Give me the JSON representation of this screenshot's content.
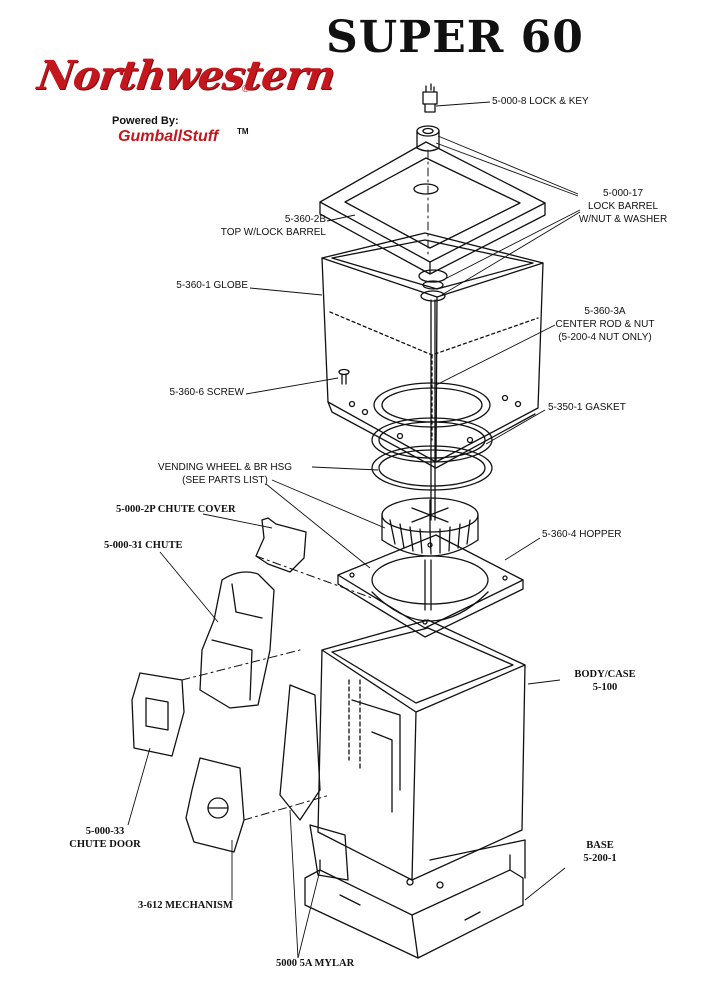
{
  "title": "SUPER 60",
  "logo": {
    "brand": "Northwestern",
    "registered": "®",
    "powered_by": "Powered By:",
    "partner": "GumballStuff",
    "trademark": "TM"
  },
  "parts": {
    "lock_key": "5-000-8  LOCK & KEY",
    "lock_barrel_num": "5-000-17",
    "lock_barrel_name": "LOCK BARREL",
    "lock_barrel_desc": "W/NUT & WASHER",
    "top_num": "5-360-2B",
    "top_name": "TOP W/LOCK BARREL",
    "globe": "5-360-1  GLOBE",
    "center_rod_num": "5-360-3A",
    "center_rod_name": "CENTER ROD & NUT",
    "center_rod_note": "(5-200-4 NUT ONLY)",
    "screw": "5-360-6  SCREW",
    "gasket": "5-350-1  GASKET",
    "vending_wheel_name": "VENDING WHEEL & BR HSG",
    "vending_wheel_note": "(SEE PARTS LIST)",
    "chute_cover": "5-000-2P CHUTE COVER",
    "chute": "5-000-31 CHUTE",
    "hopper": "5-360-4  HOPPER",
    "body_name": "BODY/CASE",
    "body_num": "5-100",
    "chute_door_num": "5-000-33",
    "chute_door_name": "CHUTE DOOR",
    "base_name": "BASE",
    "base_num": "5-200-1",
    "mechanism": "3-612 MECHANISM",
    "mylar": "5000 5A MYLAR"
  }
}
